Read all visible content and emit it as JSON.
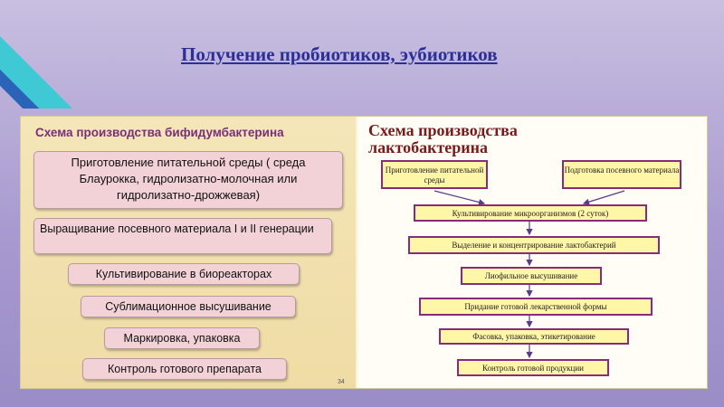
{
  "title": "Получение пробиотиков, эубиотиков",
  "left": {
    "title": "Схема производства бифидумбактерина",
    "steps": [
      "Приготовление питательной среды ( среда Блаурокка, гидролизатно-молочная или гидролизатно-дрожжевая)",
      "Выращивание посевного материала I и II генерации",
      "Культивирование в биореакторах",
      "Сублимационное высушивание",
      "Маркировка, упаковка",
      "Контроль готового препарата"
    ],
    "page_number": "34"
  },
  "right": {
    "title": "Схема производства лактобактерина",
    "top_left": "Приготовление питательной среды",
    "top_right": "Подготовка посевного материала",
    "steps": [
      "Культивирование микроорганизмов (2 суток)",
      "Выделение и концентрирование лактобактерий",
      "Лиофильное высушивание",
      "Придание готовой лекарственной формы",
      "Фасовка, упаковка, этикетирование",
      "Контроль готовой продукции"
    ]
  }
}
